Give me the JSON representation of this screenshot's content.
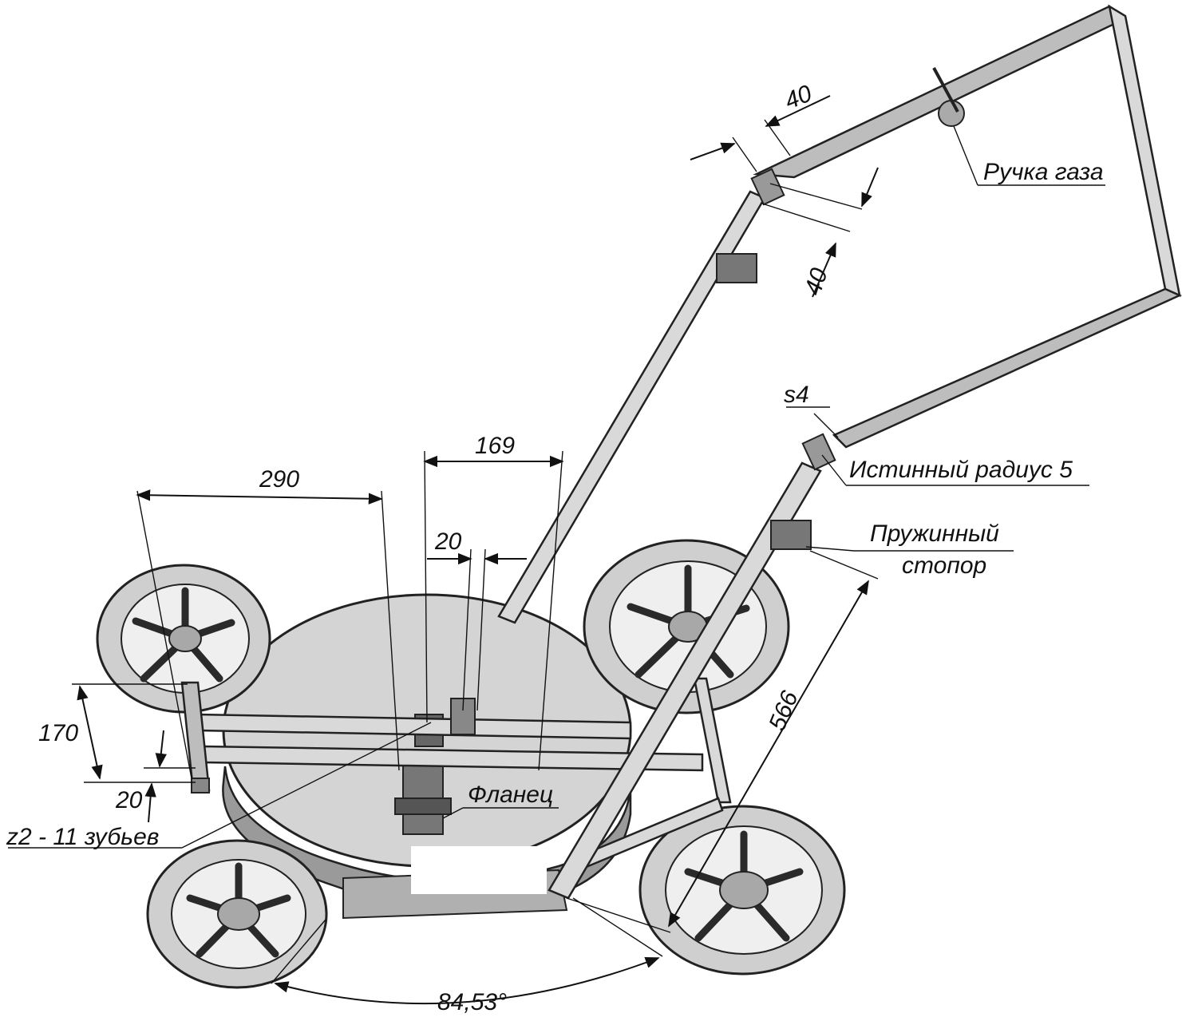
{
  "labels": {
    "throttle": "Ручка газа",
    "true_radius": "Истинный радиус 5",
    "spring_stop_line1": "Пружинный",
    "spring_stop_line2": "стопор",
    "flange": "Фланец",
    "gear": "z2 - 11 зубьев",
    "thickness": "s4"
  },
  "dimensions": {
    "handle_width_top": "40",
    "handle_width_side": "40",
    "d290": "290",
    "d169": "169",
    "d20_top": "20",
    "d170": "170",
    "d20_left": "20",
    "d566": "566",
    "angle": "84,53°"
  },
  "colors": {
    "line": "#111111",
    "deck": "#d4d4d4",
    "tube": "#d9d9d9"
  }
}
